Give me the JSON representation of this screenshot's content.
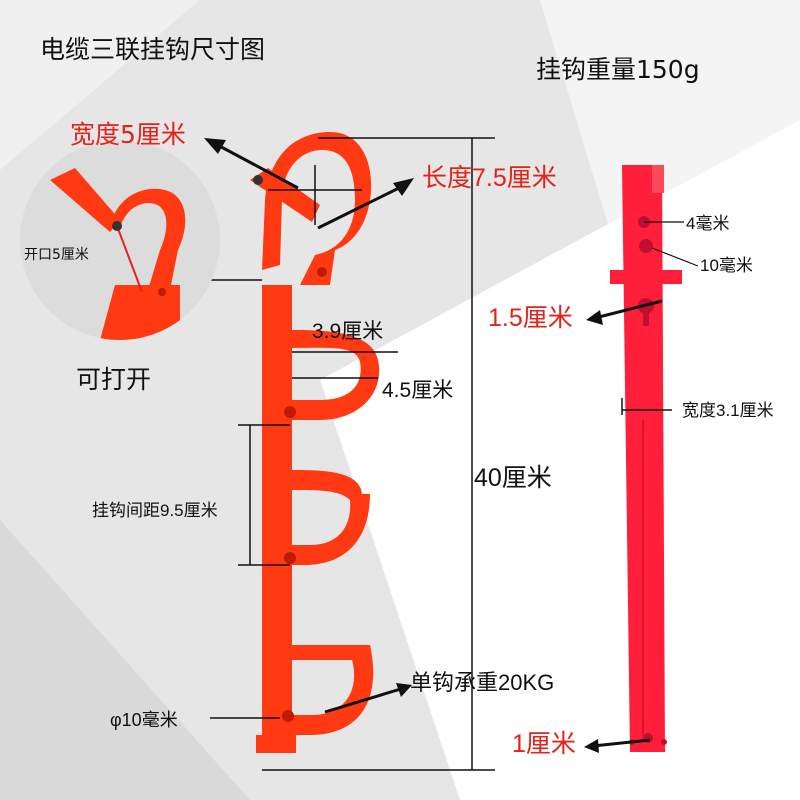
{
  "title": "电缆三联挂钩尺寸图",
  "weight": "挂钩重量150g",
  "left_product": {
    "width_label": "宽度5厘米",
    "length_label": "长度7.5厘米",
    "inset_opening_label": "开口5厘米",
    "openable_label": "可打开",
    "hook_width_label": "3.9厘米",
    "hook_depth_label": "4.5厘米",
    "spacing_label": "挂钩间距9.5厘米",
    "total_height_label": "40厘米",
    "load_label": "单钩承重20KG",
    "hole_label": "φ10毫米"
  },
  "right_product": {
    "small_hole_label": "4毫米",
    "hole_label": "10毫米",
    "keyhole_label": "1.5厘米",
    "width_label": "宽度3.1厘米",
    "bottom_label": "1厘米"
  },
  "colors": {
    "product": "#ff3a12",
    "product_right": "#ff1f3a",
    "label_accent": "#e2231a"
  }
}
